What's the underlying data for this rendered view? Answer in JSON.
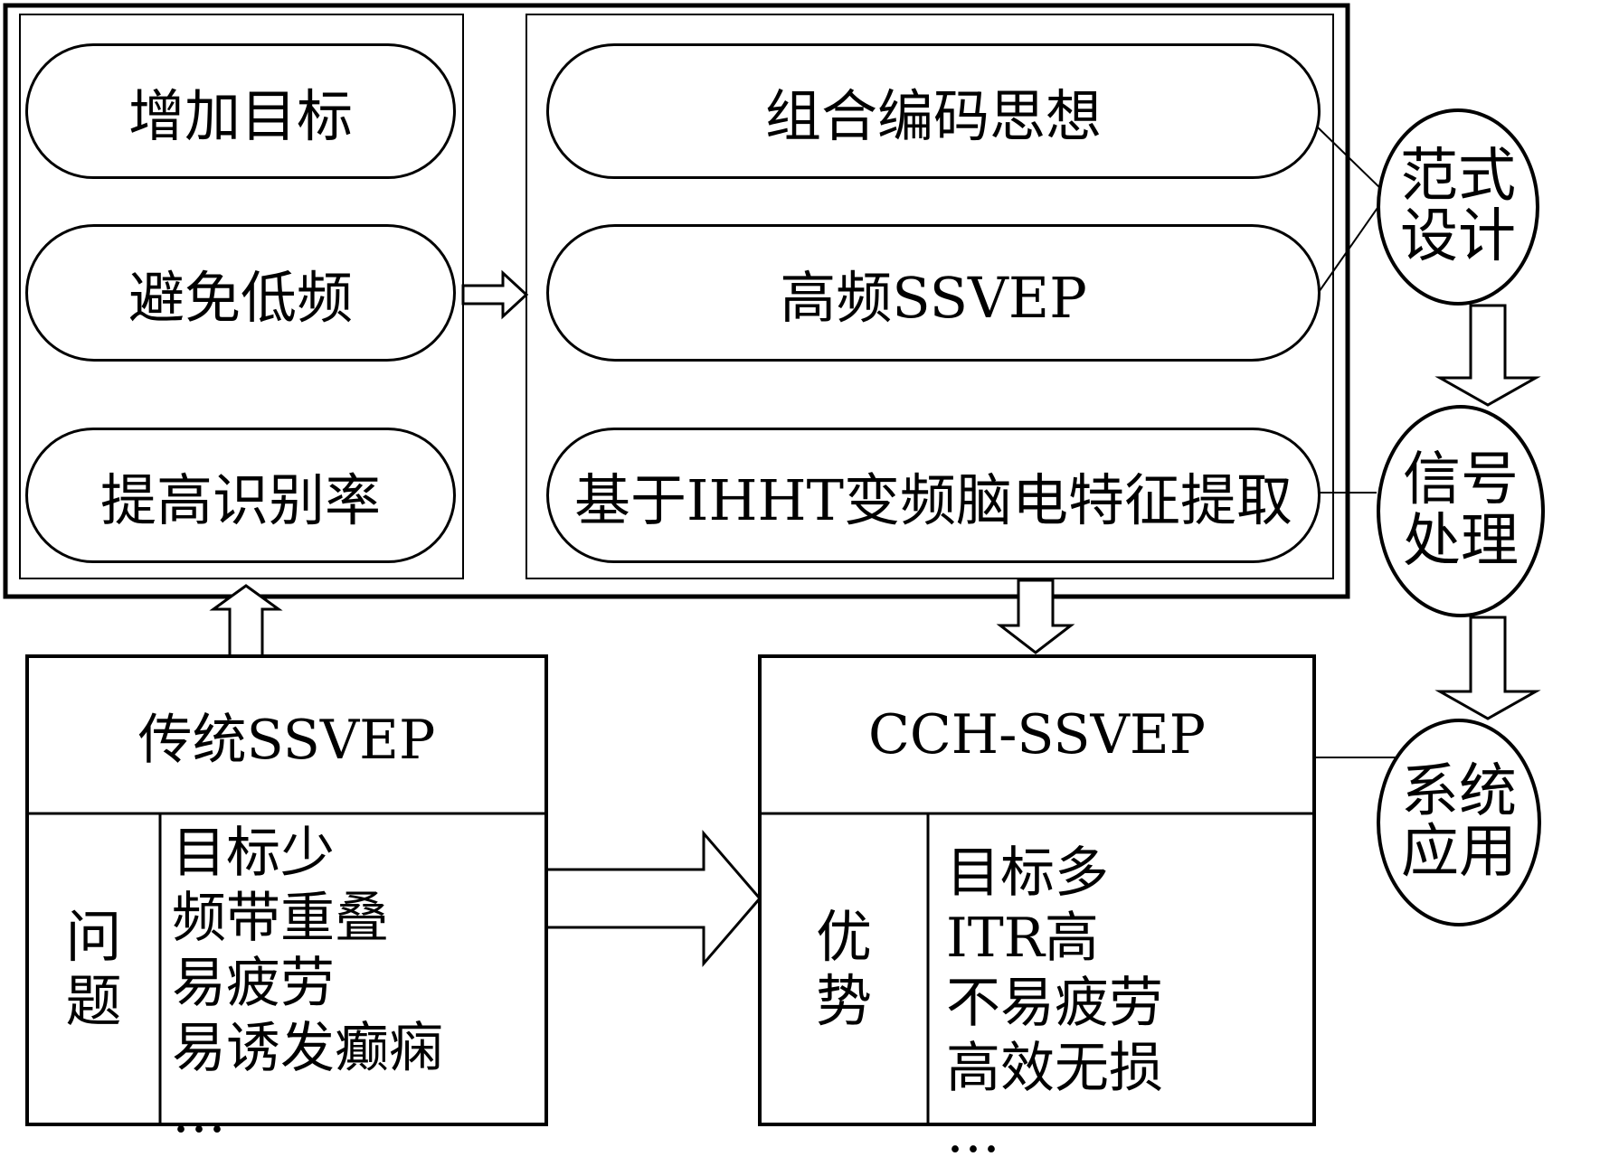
{
  "top_left_panel": {
    "items": [
      "增加目标",
      "避免低频",
      "提高识别率"
    ]
  },
  "top_right_panel": {
    "items": [
      "组合编码思想",
      "高频SSVEP",
      "基于IHHT变频脑电特征提取"
    ]
  },
  "circles": {
    "paradigm_design": "范式设计",
    "signal_processing": "信号处理",
    "system_application": "系统应用"
  },
  "traditional_box": {
    "title": "传统SSVEP",
    "side_label": "问题",
    "items": [
      "目标少",
      "频带重叠",
      "易疲劳",
      "易诱发癫痫",
      "…"
    ]
  },
  "cch_box": {
    "title": "CCH-SSVEP",
    "side_label": "优势",
    "items": [
      "目标多",
      "ITR高",
      "不易疲劳",
      "高效无损",
      "…"
    ]
  }
}
